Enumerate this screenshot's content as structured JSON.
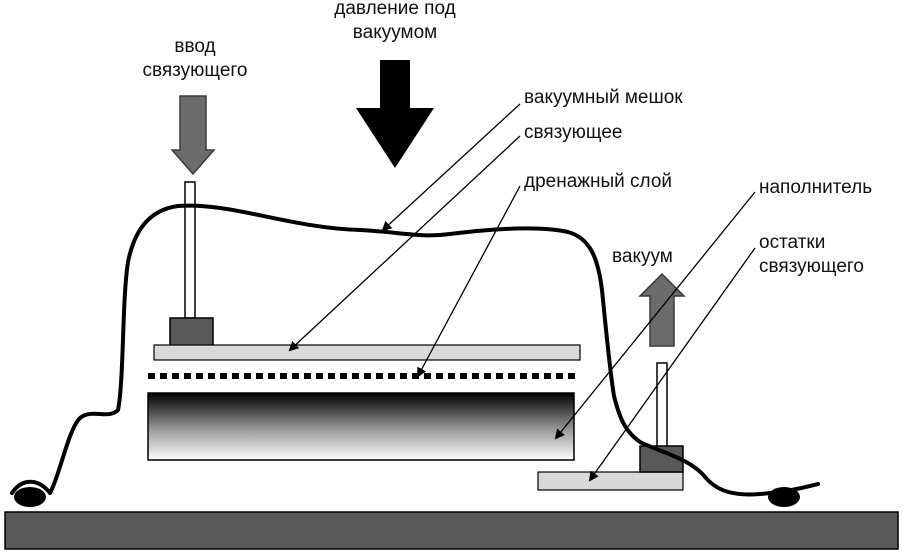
{
  "labels": {
    "pressure": [
      "давление под",
      "вакуумом"
    ],
    "resin_input": [
      "ввод",
      "связующего"
    ],
    "vacuum_bag": "вакуумный мешок",
    "resin": "связующее",
    "drainage_layer": "дренажный слой",
    "filler": "наполнитель",
    "vacuum": "вакуум",
    "resin_residue": [
      "остатки",
      "связующего"
    ]
  },
  "colors": {
    "base": "#595959",
    "arrow_dark": "#6b6b6b",
    "arrow_black": "#000000",
    "plate": "#d9d9d9",
    "bag_line": "#000000"
  }
}
